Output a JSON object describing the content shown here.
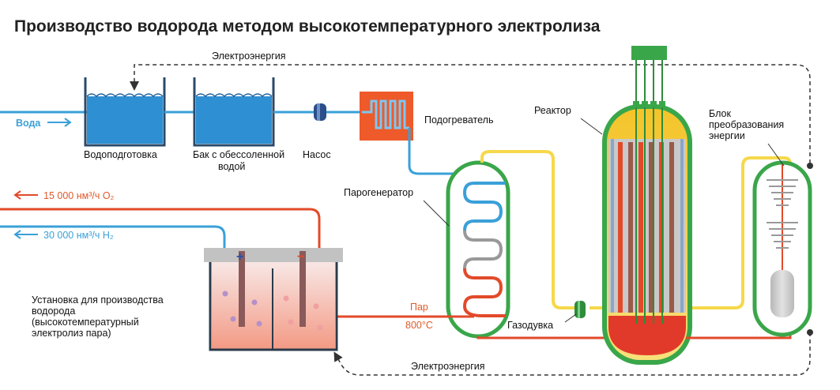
{
  "title": "Производство водорода методом высокотемпературного электролиза",
  "labels": {
    "electricity_top": "Электроэнергия",
    "electricity_bottom": "Электроэнергия",
    "water": "Вода",
    "water_treatment": "Водоподготовка",
    "tank_line1": "Бак с обессоленной",
    "tank_line2": "водой",
    "pump": "Насос",
    "heater": "Подогреватель",
    "reactor": "Реактор",
    "energy_block_line1": "Блок",
    "energy_block_line2": "преобразования",
    "energy_block_line3": "энергии",
    "steam_generator": "Парогенератор",
    "oxygen_flow": "15 000 нм³/ч O₂",
    "hydrogen_flow": "30 000 нм³/ч H₂",
    "installation_line1": "Установка для производства",
    "installation_line2": "водорода",
    "installation_line3": "(высокотемпературный",
    "installation_line4": "электролиз пара)",
    "steam": "Пар",
    "steam_temp": "800°C",
    "gas_blower": "Газодувка",
    "plus": "+",
    "minus": "−"
  },
  "colors": {
    "water_blue": "#3aa0d8",
    "hot_red": "#e24a2a",
    "helium_yellow": "#f6d84a",
    "green": "#3aa64a",
    "heater_orange": "#ee5a2a",
    "grey": "#c9c9c9"
  }
}
